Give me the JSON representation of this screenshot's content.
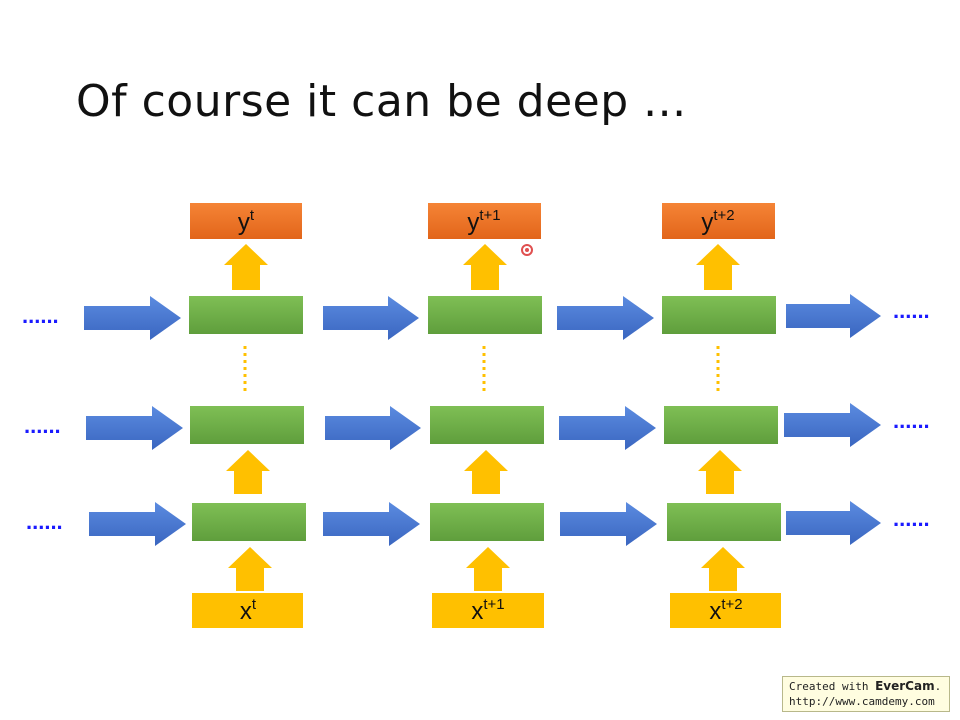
{
  "slide": {
    "title": "Of course it can be deep ..."
  },
  "columns": [
    {
      "output_label": "y",
      "output_sup": "t",
      "input_label": "x",
      "input_sup": "t"
    },
    {
      "output_label": "y",
      "output_sup": "t+1",
      "input_label": "x",
      "input_sup": "t+1"
    },
    {
      "output_label": "y",
      "output_sup": "t+2",
      "input_label": "x",
      "input_sup": "t+2"
    }
  ],
  "ellipsis": "......",
  "watermark": {
    "created_with": "Created with ",
    "brand": "EverCam",
    "brand_suffix": ".",
    "url": "http://www.camdemy.com"
  },
  "colors": {
    "output_box": "#f07227",
    "hidden_box": "#70ad47",
    "input_box": "#ffc000",
    "vertical_arrow": "#ffc000",
    "horizontal_arrow": "#4472c4",
    "ellipsis": "#1a1aff"
  }
}
